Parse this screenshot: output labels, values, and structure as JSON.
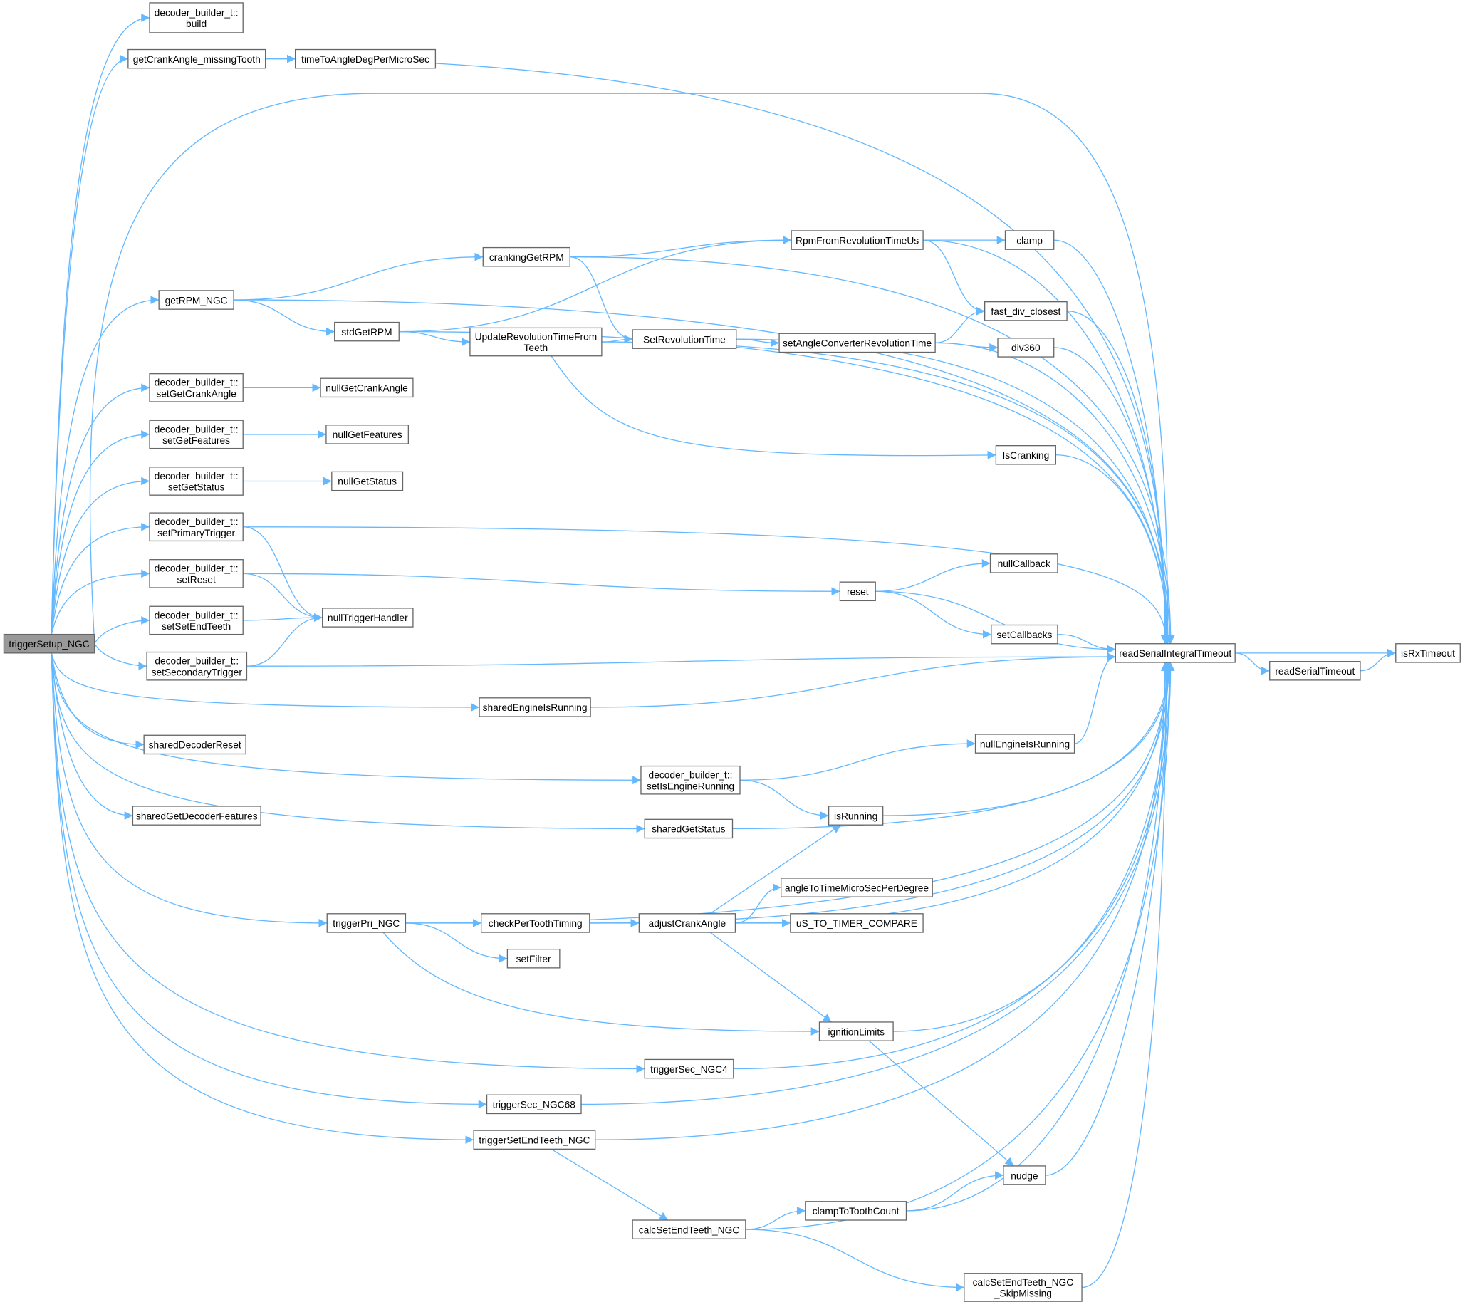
{
  "title": "triggerSetup_NGC call graph",
  "colors": {
    "edge": "#63b8ff",
    "root_fill": "#999999",
    "node_border": "#666666"
  },
  "nodes": [
    {
      "id": "root",
      "lines": [
        "triggerSetup_NGC"
      ]
    },
    {
      "id": "build",
      "lines": [
        "decoder_builder_t::",
        "build"
      ]
    },
    {
      "id": "gcamt",
      "lines": [
        "getCrankAngle_missingTooth"
      ]
    },
    {
      "id": "ttadpm",
      "lines": [
        "timeToAngleDegPerMicroSec"
      ]
    },
    {
      "id": "getrpm",
      "lines": [
        "getRPM_NGC"
      ]
    },
    {
      "id": "crank",
      "lines": [
        "crankingGetRPM"
      ]
    },
    {
      "id": "std",
      "lines": [
        "stdGetRPM"
      ]
    },
    {
      "id": "urtft",
      "lines": [
        "UpdateRevolutionTimeFrom",
        "Teeth"
      ]
    },
    {
      "id": "rpmfrom",
      "lines": [
        "RpmFromRevolutionTimeUs"
      ]
    },
    {
      "id": "clamp",
      "lines": [
        "clamp"
      ]
    },
    {
      "id": "srt",
      "lines": [
        "SetRevolutionTime"
      ]
    },
    {
      "id": "sacrt",
      "lines": [
        "setAngleConverterRevolutionTime"
      ]
    },
    {
      "id": "fdc",
      "lines": [
        "fast_div_closest"
      ]
    },
    {
      "id": "div360",
      "lines": [
        "div360"
      ]
    },
    {
      "id": "sgca",
      "lines": [
        "decoder_builder_t::",
        "setGetCrankAngle"
      ]
    },
    {
      "id": "ngca",
      "lines": [
        "nullGetCrankAngle"
      ]
    },
    {
      "id": "sgf",
      "lines": [
        "decoder_builder_t::",
        "setGetFeatures"
      ]
    },
    {
      "id": "ngf",
      "lines": [
        "nullGetFeatures"
      ]
    },
    {
      "id": "sgs",
      "lines": [
        "decoder_builder_t::",
        "setGetStatus"
      ]
    },
    {
      "id": "ngs",
      "lines": [
        "nullGetStatus"
      ]
    },
    {
      "id": "iscr",
      "lines": [
        "IsCranking"
      ]
    },
    {
      "id": "spt",
      "lines": [
        "decoder_builder_t::",
        "setPrimaryTrigger"
      ]
    },
    {
      "id": "sreset",
      "lines": [
        "decoder_builder_t::",
        "setReset"
      ]
    },
    {
      "id": "reset",
      "lines": [
        "reset"
      ]
    },
    {
      "id": "ncb",
      "lines": [
        "nullCallback"
      ]
    },
    {
      "id": "sset",
      "lines": [
        "decoder_builder_t::",
        "setSetEndTeeth"
      ]
    },
    {
      "id": "nth",
      "lines": [
        "nullTriggerHandler"
      ]
    },
    {
      "id": "scb",
      "lines": [
        "setCallbacks"
      ]
    },
    {
      "id": "rsit",
      "lines": [
        "readSerialIntegralTimeout"
      ]
    },
    {
      "id": "isrx",
      "lines": [
        "isRxTimeout"
      ]
    },
    {
      "id": "rst",
      "lines": [
        "readSerialTimeout"
      ]
    },
    {
      "id": "sst",
      "lines": [
        "decoder_builder_t::",
        "setSecondaryTrigger"
      ]
    },
    {
      "id": "seir",
      "lines": [
        "sharedEngineIsRunning"
      ]
    },
    {
      "id": "sdr",
      "lines": [
        "sharedDecoderReset"
      ]
    },
    {
      "id": "neir",
      "lines": [
        "nullEngineIsRunning"
      ]
    },
    {
      "id": "sier",
      "lines": [
        "decoder_builder_t::",
        "setIsEngineRunning"
      ]
    },
    {
      "id": "isrun",
      "lines": [
        "isRunning"
      ]
    },
    {
      "id": "sgdf",
      "lines": [
        "sharedGetDecoderFeatures"
      ]
    },
    {
      "id": "sgst",
      "lines": [
        "sharedGetStatus"
      ]
    },
    {
      "id": "attm",
      "lines": [
        "angleToTimeMicroSecPerDegree"
      ]
    },
    {
      "id": "tpri",
      "lines": [
        "triggerPri_NGC"
      ]
    },
    {
      "id": "cptt",
      "lines": [
        "checkPerToothTiming"
      ]
    },
    {
      "id": "aca",
      "lines": [
        "adjustCrankAngle"
      ]
    },
    {
      "id": "ustc",
      "lines": [
        "uS_TO_TIMER_COMPARE"
      ]
    },
    {
      "id": "sfilt",
      "lines": [
        "setFilter"
      ]
    },
    {
      "id": "ign",
      "lines": [
        "ignitionLimits"
      ]
    },
    {
      "id": "ts4",
      "lines": [
        "triggerSec_NGC4"
      ]
    },
    {
      "id": "ts68",
      "lines": [
        "triggerSec_NGC68"
      ]
    },
    {
      "id": "tset",
      "lines": [
        "triggerSetEndTeeth_NGC"
      ]
    },
    {
      "id": "nudge",
      "lines": [
        "nudge"
      ]
    },
    {
      "id": "cttc",
      "lines": [
        "clampToToothCount"
      ]
    },
    {
      "id": "cset",
      "lines": [
        "calcSetEndTeeth_NGC"
      ]
    },
    {
      "id": "csetsm",
      "lines": [
        "calcSetEndTeeth_NGC",
        "_SkipMissing"
      ]
    }
  ],
  "edges": [
    [
      "root",
      "build"
    ],
    [
      "root",
      "gcamt"
    ],
    [
      "root",
      "rsit"
    ],
    [
      "root",
      "getrpm"
    ],
    [
      "root",
      "sgca"
    ],
    [
      "root",
      "sgf"
    ],
    [
      "root",
      "sgs"
    ],
    [
      "root",
      "spt"
    ],
    [
      "root",
      "sreset"
    ],
    [
      "root",
      "sset"
    ],
    [
      "root",
      "sst"
    ],
    [
      "root",
      "seir"
    ],
    [
      "root",
      "sdr"
    ],
    [
      "root",
      "sier"
    ],
    [
      "root",
      "sgdf"
    ],
    [
      "root",
      "sgst"
    ],
    [
      "root",
      "tpri"
    ],
    [
      "root",
      "ts4"
    ],
    [
      "root",
      "ts68"
    ],
    [
      "root",
      "tset"
    ],
    [
      "gcamt",
      "ttadpm"
    ],
    [
      "gcamt",
      "rsit"
    ],
    [
      "getrpm",
      "crank"
    ],
    [
      "getrpm",
      "std"
    ],
    [
      "getrpm",
      "rsit"
    ],
    [
      "crank",
      "rpmfrom"
    ],
    [
      "crank",
      "srt"
    ],
    [
      "crank",
      "rsit"
    ],
    [
      "std",
      "urtft"
    ],
    [
      "std",
      "rpmfrom"
    ],
    [
      "std",
      "rsit"
    ],
    [
      "urtft",
      "srt"
    ],
    [
      "urtft",
      "iscr"
    ],
    [
      "urtft",
      "rsit"
    ],
    [
      "rpmfrom",
      "clamp"
    ],
    [
      "rpmfrom",
      "fdc"
    ],
    [
      "rpmfrom",
      "rsit"
    ],
    [
      "srt",
      "sacrt"
    ],
    [
      "srt",
      "rsit"
    ],
    [
      "sacrt",
      "fdc"
    ],
    [
      "sacrt",
      "div360"
    ],
    [
      "sacrt",
      "rsit"
    ],
    [
      "clamp",
      "rsit"
    ],
    [
      "fdc",
      "rsit"
    ],
    [
      "div360",
      "rsit"
    ],
    [
      "iscr",
      "rsit"
    ],
    [
      "sgca",
      "ngca"
    ],
    [
      "sgf",
      "ngf"
    ],
    [
      "sgs",
      "ngs"
    ],
    [
      "spt",
      "nth"
    ],
    [
      "spt",
      "rsit"
    ],
    [
      "sreset",
      "reset"
    ],
    [
      "sreset",
      "nth"
    ],
    [
      "sset",
      "nth"
    ],
    [
      "sst",
      "nth"
    ],
    [
      "sst",
      "rsit"
    ],
    [
      "reset",
      "ncb"
    ],
    [
      "reset",
      "scb"
    ],
    [
      "reset",
      "rsit"
    ],
    [
      "scb",
      "rsit"
    ],
    [
      "rsit",
      "isrx"
    ],
    [
      "rsit",
      "rst"
    ],
    [
      "rst",
      "isrx"
    ],
    [
      "seir",
      "rsit"
    ],
    [
      "sier",
      "neir"
    ],
    [
      "sier",
      "isrun"
    ],
    [
      "neir",
      "rsit"
    ],
    [
      "isrun",
      "rsit"
    ],
    [
      "sgst",
      "rsit"
    ],
    [
      "tpri",
      "cptt"
    ],
    [
      "tpri",
      "sfilt"
    ],
    [
      "tpri",
      "ign"
    ],
    [
      "tpri",
      "rsit"
    ],
    [
      "cptt",
      "aca"
    ],
    [
      "cptt",
      "rsit"
    ],
    [
      "aca",
      "isrun"
    ],
    [
      "aca",
      "attm"
    ],
    [
      "aca",
      "ustc"
    ],
    [
      "aca",
      "ign"
    ],
    [
      "aca",
      "rsit"
    ],
    [
      "ign",
      "rsit"
    ],
    [
      "ign",
      "nudge"
    ],
    [
      "ts4",
      "rsit"
    ],
    [
      "ts68",
      "rsit"
    ],
    [
      "tset",
      "rsit"
    ],
    [
      "tset",
      "cset"
    ],
    [
      "nudge",
      "rsit"
    ],
    [
      "cset",
      "cttc"
    ],
    [
      "cset",
      "csetsm"
    ],
    [
      "cset",
      "rsit"
    ],
    [
      "cttc",
      "nudge"
    ],
    [
      "cttc",
      "rsit"
    ],
    [
      "csetsm",
      "rsit"
    ]
  ]
}
